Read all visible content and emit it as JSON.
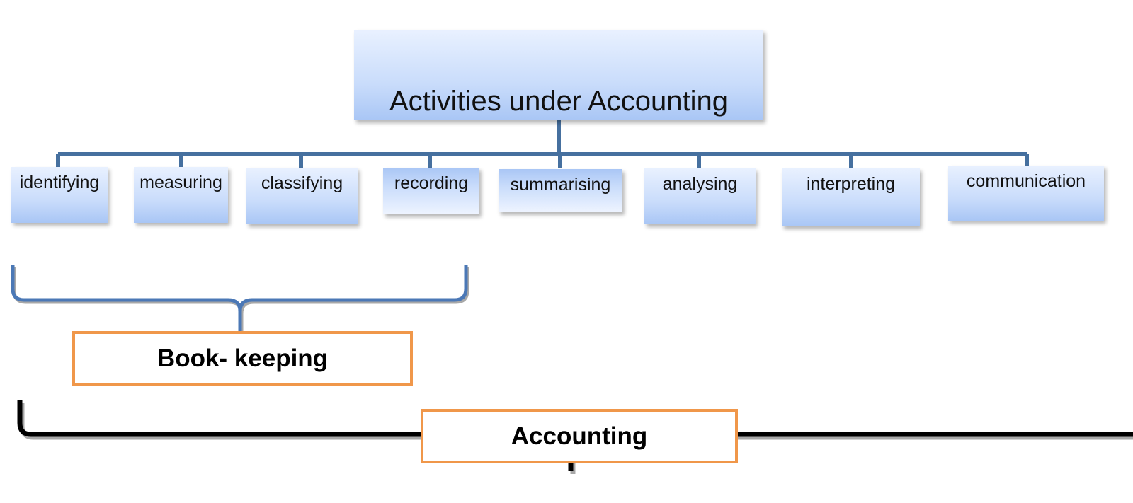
{
  "title": "Activities under Accounting",
  "activities": [
    "identifying",
    "measuring",
    "classifying",
    "recording",
    "summarising",
    "analysing",
    "interpreting",
    "communication"
  ],
  "groups": {
    "book_keeping": "Book- keeping",
    "accounting": "Accounting"
  },
  "colors": {
    "connector": "#46709f",
    "box_top": "#e9f1ff",
    "box_bottom": "#a9c6f5",
    "label_border": "#f0974a",
    "bracket_black": "#000000"
  }
}
